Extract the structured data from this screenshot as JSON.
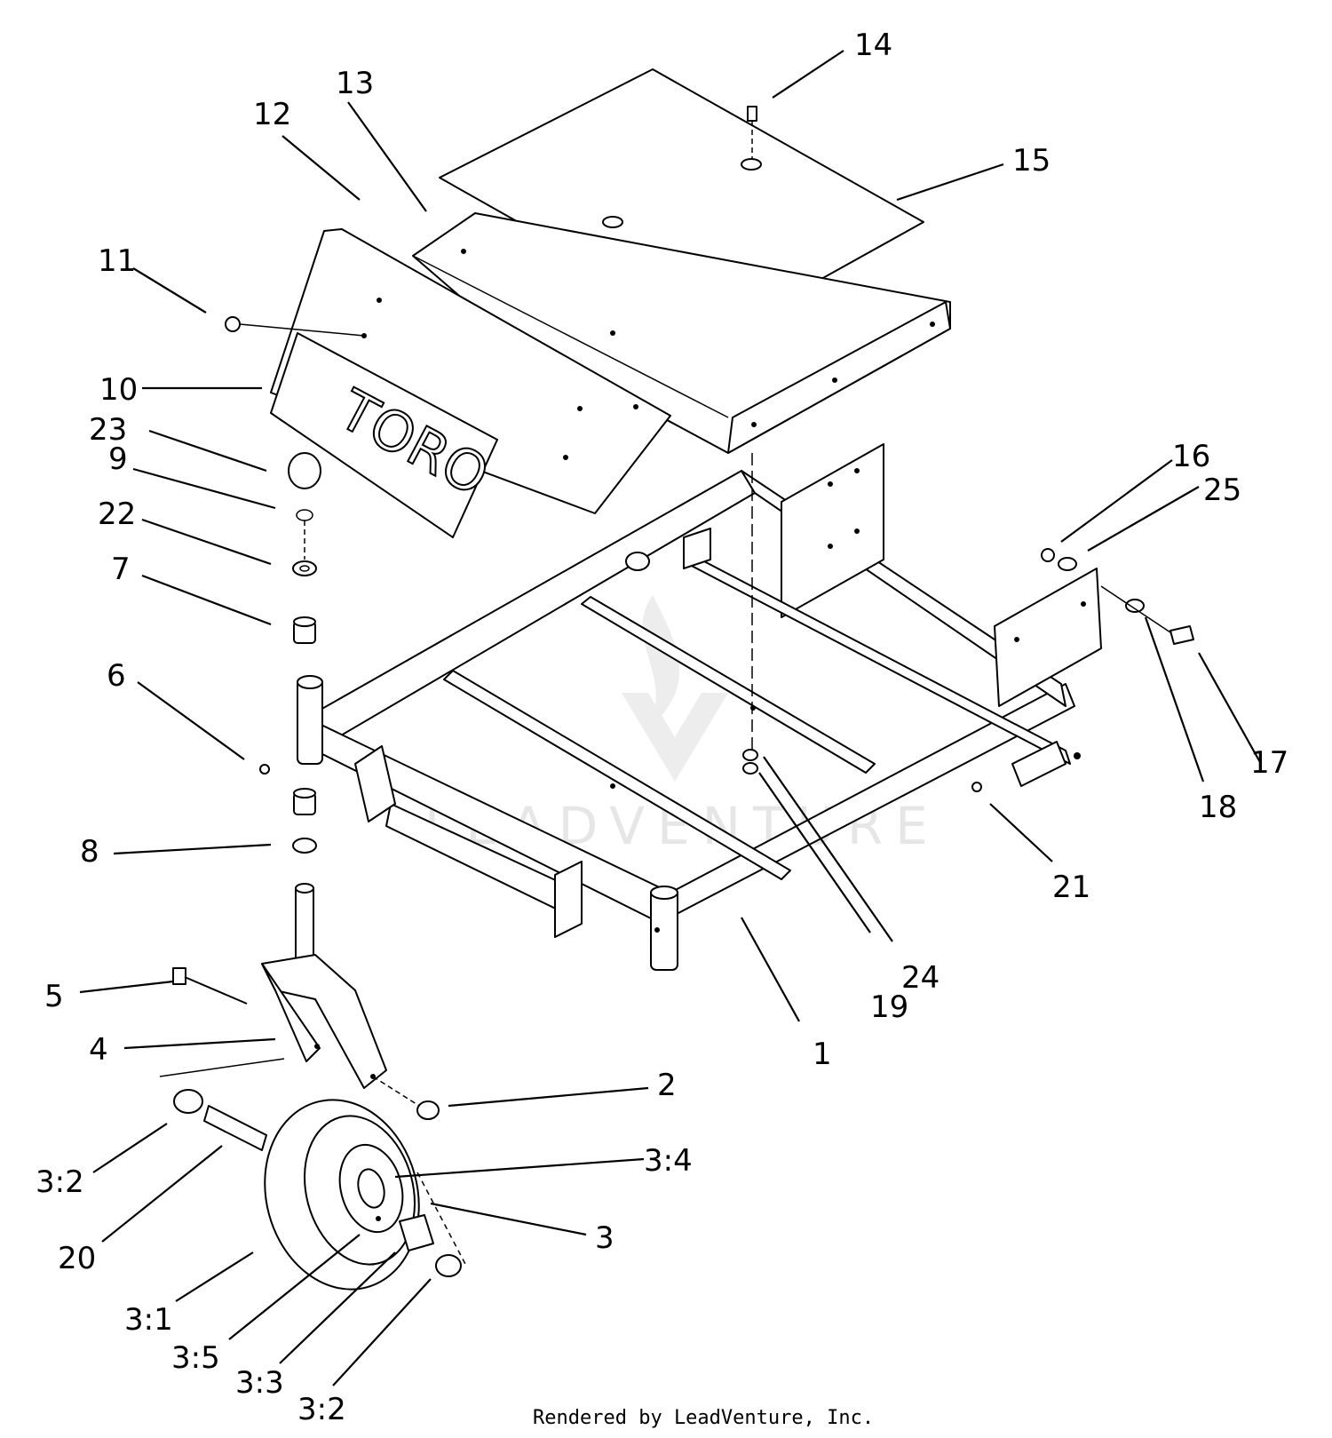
{
  "brand_label": "TORO",
  "watermark": "LEADVENTURE",
  "footer": "Rendered by LeadVenture, Inc.",
  "callouts": [
    "1",
    "2",
    "3",
    "3:1",
    "3:2",
    "3:2",
    "3:3",
    "3:4",
    "3:5",
    "4",
    "5",
    "6",
    "7",
    "8",
    "9",
    "10",
    "11",
    "12",
    "13",
    "14",
    "15",
    "16",
    "17",
    "18",
    "19",
    "20",
    "21",
    "22",
    "23",
    "24",
    "25"
  ]
}
